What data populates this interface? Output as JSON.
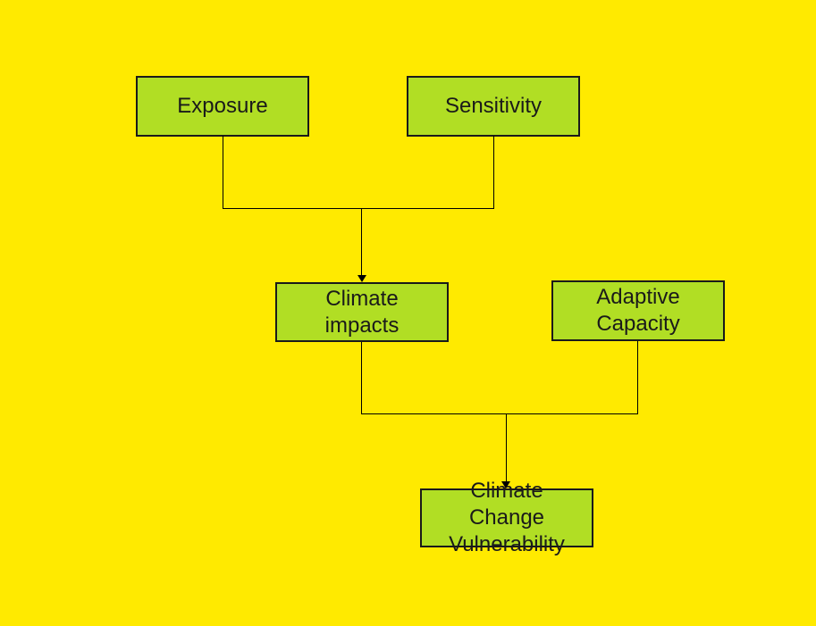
{
  "colors": {
    "background": "#ffea00",
    "node_fill": "#b1de24",
    "node_border": "#1a1a1a",
    "connector": "#000000",
    "text": "#1a1a1a"
  },
  "diagram": {
    "nodes": [
      {
        "id": "exposure",
        "label": "Exposure"
      },
      {
        "id": "sensitivity",
        "label": "Sensitivity"
      },
      {
        "id": "climate-impacts",
        "label": "Climate impacts"
      },
      {
        "id": "adaptive-capacity",
        "label": "Adaptive Capacity"
      },
      {
        "id": "climate-change-vulnerability",
        "label": "Climate Change Vulnerability"
      }
    ],
    "edges": [
      {
        "from": [
          "Exposure",
          "Sensitivity"
        ],
        "to": "Climate impacts",
        "style": "merged-arrow"
      },
      {
        "from": [
          "Climate impacts",
          "Adaptive Capacity"
        ],
        "to": "Climate Change Vulnerability",
        "style": "merged-arrow"
      }
    ]
  }
}
